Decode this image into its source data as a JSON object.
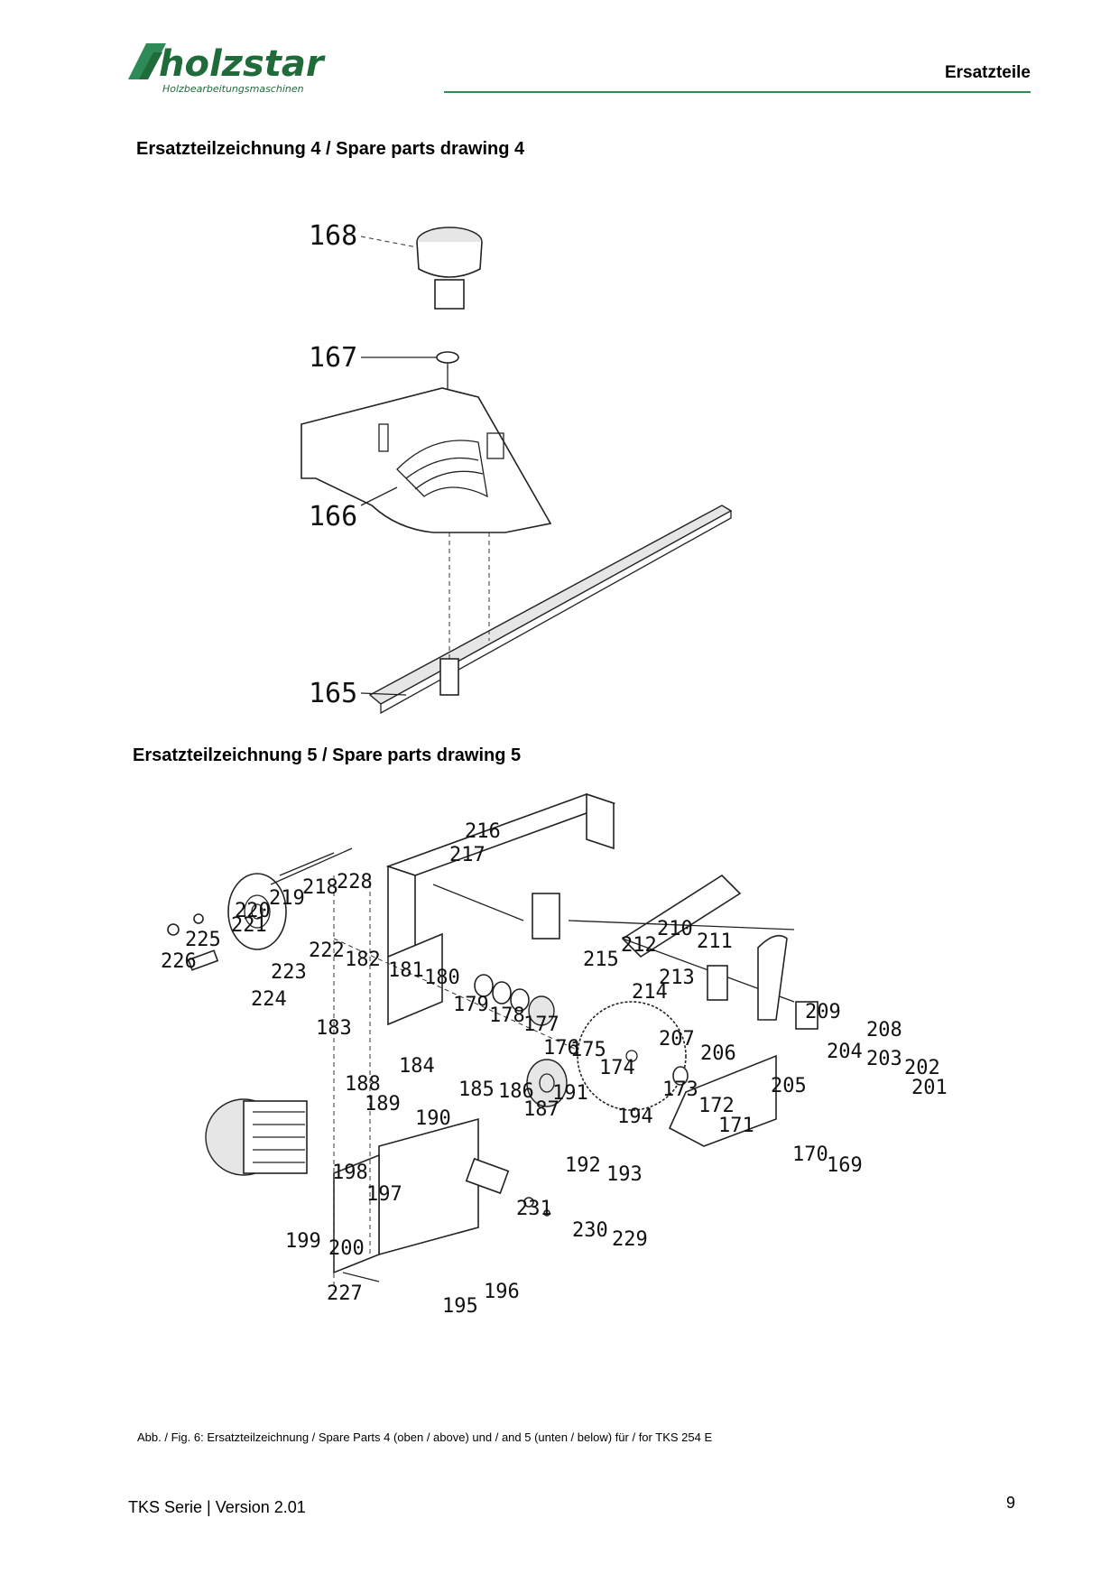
{
  "header": {
    "brand_name": "holzstar",
    "brand_tagline": "Holzbearbeitungsmaschinen",
    "section_label": "Ersatzteile"
  },
  "drawing4": {
    "title": "Ersatzteilzeichnung 4 / Spare parts drawing 4",
    "callouts": [
      "168",
      "167",
      "166",
      "165"
    ]
  },
  "drawing5": {
    "title": "Ersatzteilzeichnung 5 / Spare parts drawing 5",
    "callouts": [
      "216",
      "217",
      "218",
      "228",
      "219",
      "220",
      "221",
      "225",
      "226",
      "222",
      "223",
      "224",
      "182",
      "181",
      "180",
      "183",
      "179",
      "178",
      "177",
      "176",
      "175",
      "174",
      "173",
      "172",
      "171",
      "170",
      "169",
      "184",
      "185",
      "186",
      "187",
      "188",
      "189",
      "190",
      "191",
      "192",
      "193",
      "194",
      "198",
      "197",
      "199",
      "200",
      "231",
      "230",
      "229",
      "227",
      "195",
      "196",
      "210",
      "211",
      "212",
      "213",
      "214",
      "215",
      "207",
      "206",
      "209",
      "208",
      "204",
      "205",
      "203",
      "202",
      "201"
    ]
  },
  "caption": "Abb. / Fig. 6: Ersatzteilzeichnung / Spare Parts 4 (oben / above) und / and 5 (unten / below) für / for TKS 254 E",
  "footer": {
    "series_version": "TKS Serie | Version 2.01",
    "page_number": "9"
  },
  "colors": {
    "brand_green": "#2e8b57",
    "brand_dark": "#1f6b3a"
  }
}
